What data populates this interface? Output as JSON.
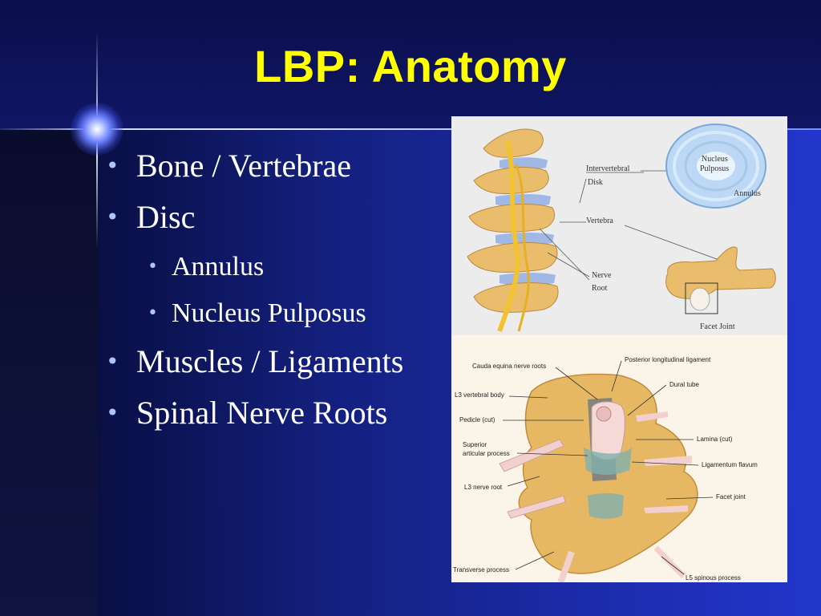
{
  "slide": {
    "title": "LBP: Anatomy",
    "bullets": [
      {
        "label": "Bone / Vertebrae"
      },
      {
        "label": "Disc"
      },
      {
        "label": "Annulus"
      },
      {
        "label": "Nucleus Pulposus"
      },
      {
        "label": "Muscles / Ligaments"
      },
      {
        "label": "Spinal Nerve Roots"
      }
    ]
  },
  "figure_top": {
    "labels": {
      "intervertebral": "Intervertebral",
      "disk": "Disk",
      "vertebra": "Vertebra",
      "nerve": "Nerve",
      "root": "Root",
      "nucleus": "Nucleus",
      "pulposus": "Pulposus",
      "annulus": "Annulus",
      "facet_joint": "Facet Joint"
    }
  },
  "figure_bottom": {
    "labels": {
      "cauda_equina": "Cauda equina nerve roots",
      "posterior_ligament": "Posterior longitudinal ligament",
      "l3_body": "L3 vertebral body",
      "dural_tube": "Dural tube",
      "pedicle": "Pedicle (cut)",
      "lamina": "Lamina (cut)",
      "superior": "Superior",
      "articular_process": "articular process",
      "ligamentum_flavum": "Ligamentum flavum",
      "l3_nerve_root": "L3 nerve root",
      "facet_joint": "Facet joint",
      "transverse_process": "Transverse process",
      "l5_spinous": "L5 spinous process"
    }
  },
  "colors": {
    "title": "#ffff00",
    "text": "#ffffff",
    "bullet": "#a9c7ff"
  }
}
